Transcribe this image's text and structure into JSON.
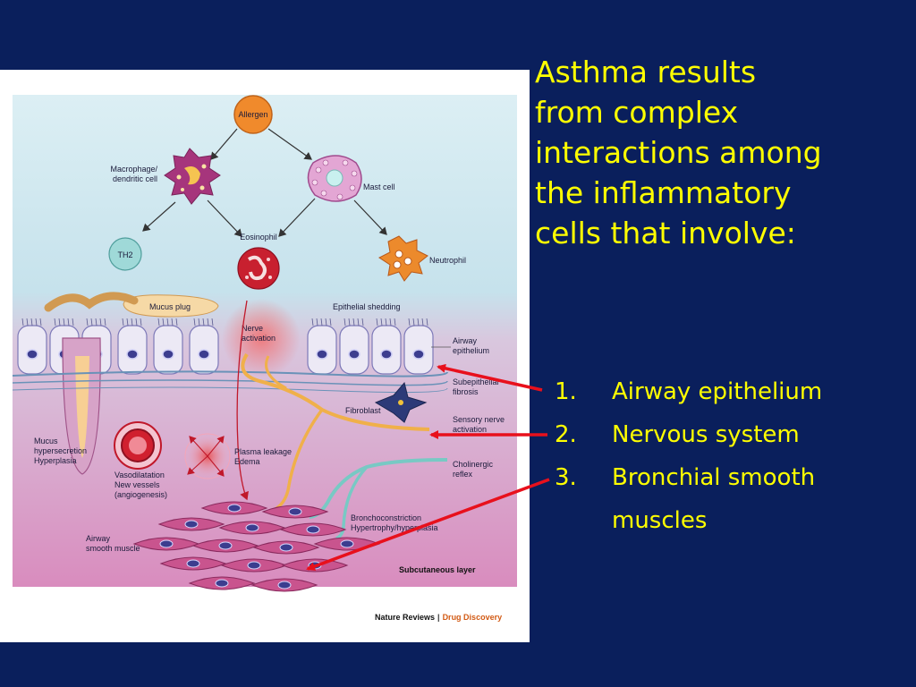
{
  "title_lines": [
    "Asthma  results",
    "from complex",
    "interactions among",
    "the inflammatory",
    "cells that involve:"
  ],
  "points": [
    {
      "number": "1.",
      "text": "Airway epithelium"
    },
    {
      "number": "2.",
      "text": "Nervous system"
    },
    {
      "number": "3.",
      "text": "Bronchial smooth muscles"
    }
  ],
  "diagram": {
    "labels": {
      "allergen": "Allergen",
      "macrophage_1": "Macrophage/",
      "macrophage_2": "dendritic cell",
      "mast_cell": "Mast cell",
      "th2": "TH2",
      "eosinophil": "Eosinophil",
      "neutrophil": "Neutrophil",
      "mucus_plug": "Mucus plug",
      "epithelial_shedding": "Epithelial shedding",
      "nerve_activation_1": "Nerve",
      "nerve_activation_2": "activation",
      "airway_epithelium_1": "Airway",
      "airway_epithelium_2": "epithelium",
      "subepithelial_fibrosis_1": "Subepithelial",
      "subepithelial_fibrosis_2": "fibrosis",
      "fibroblast": "Fibroblast",
      "sensory_nerve_1": "Sensory nerve",
      "sensory_nerve_2": "activation",
      "mucus_hyper_1": "Mucus",
      "mucus_hyper_2": "hypersecretion",
      "mucus_hyper_3": "Hyperplasia",
      "vasodilatation_1": "Vasodilatation",
      "vasodilatation_2": "New vessels",
      "vasodilatation_3": "(angiogenesis)",
      "plasma_leakage_1": "Plasma leakage",
      "plasma_leakage_2": "Edema",
      "cholinergic_1": "Cholinergic",
      "cholinergic_2": "reflex",
      "bronchoconstriction_1": "Bronchoconstriction",
      "bronchoconstriction_2": "Hypertrophy/hyperplasia",
      "smooth_muscle_1": "Airway",
      "smooth_muscle_2": "smooth muscle",
      "subcutaneous": "Subcutaneous layer"
    },
    "credit": {
      "journal": "Nature Reviews",
      "separator": "|",
      "section": "Drug Discovery"
    }
  },
  "colors": {
    "background": "#0a1f5c",
    "text_accent": "#ffff00",
    "pointer_arrows": "#e8101c"
  }
}
